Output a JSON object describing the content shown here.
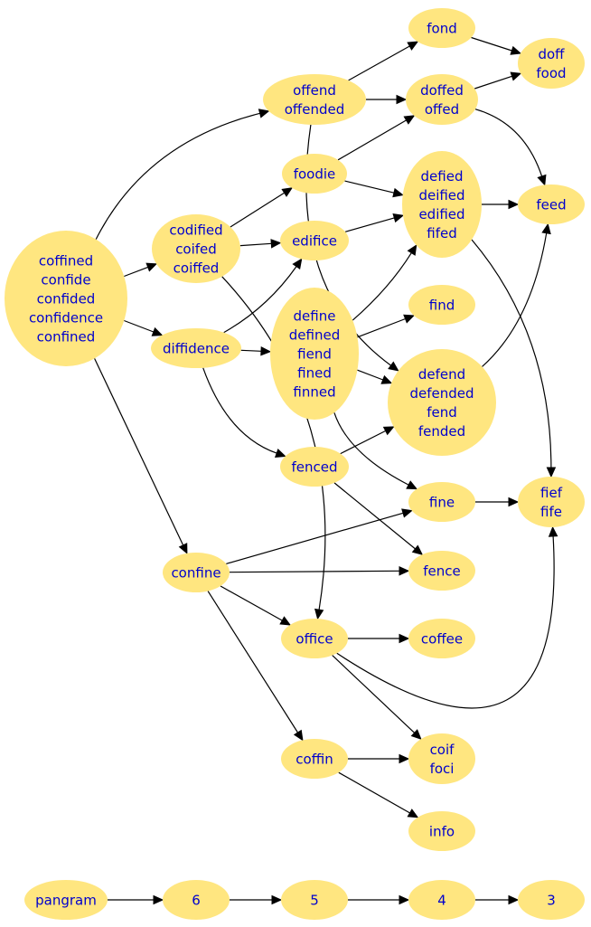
{
  "graph": {
    "nodes": [
      {
        "id": "coffined",
        "lines": [
          "coffined",
          "confide",
          "confided",
          "confidence",
          "confined"
        ]
      },
      {
        "id": "codified",
        "lines": [
          "codified",
          "coifed",
          "coiffed"
        ]
      },
      {
        "id": "diffidence",
        "lines": [
          "diffidence"
        ]
      },
      {
        "id": "confine",
        "lines": [
          "confine"
        ]
      },
      {
        "id": "offend",
        "lines": [
          "offend",
          "offended"
        ]
      },
      {
        "id": "foodie",
        "lines": [
          "foodie"
        ]
      },
      {
        "id": "edifice",
        "lines": [
          "edifice"
        ]
      },
      {
        "id": "define",
        "lines": [
          "define",
          "defined",
          "fiend",
          "fined",
          "finned"
        ]
      },
      {
        "id": "fenced",
        "lines": [
          "fenced"
        ]
      },
      {
        "id": "office",
        "lines": [
          "office"
        ]
      },
      {
        "id": "coffin",
        "lines": [
          "coffin"
        ]
      },
      {
        "id": "fond",
        "lines": [
          "fond"
        ]
      },
      {
        "id": "doffed",
        "lines": [
          "doffed",
          "offed"
        ]
      },
      {
        "id": "defied",
        "lines": [
          "defied",
          "deified",
          "edified",
          "fifed"
        ]
      },
      {
        "id": "find",
        "lines": [
          "find"
        ]
      },
      {
        "id": "defend",
        "lines": [
          "defend",
          "defended",
          "fend",
          "fended"
        ]
      },
      {
        "id": "fine",
        "lines": [
          "fine"
        ]
      },
      {
        "id": "fence",
        "lines": [
          "fence"
        ]
      },
      {
        "id": "coffee",
        "lines": [
          "coffee"
        ]
      },
      {
        "id": "coif",
        "lines": [
          "coif",
          "foci"
        ]
      },
      {
        "id": "info",
        "lines": [
          "info"
        ]
      },
      {
        "id": "doff",
        "lines": [
          "doff",
          "food"
        ]
      },
      {
        "id": "feed",
        "lines": [
          "feed"
        ]
      },
      {
        "id": "fief",
        "lines": [
          "fief",
          "fife"
        ]
      },
      {
        "id": "pangram",
        "lines": [
          "pangram"
        ]
      },
      {
        "id": "n6",
        "lines": [
          "6"
        ]
      },
      {
        "id": "n5",
        "lines": [
          "5"
        ]
      },
      {
        "id": "n4",
        "lines": [
          "4"
        ]
      },
      {
        "id": "n3",
        "lines": [
          "3"
        ]
      }
    ],
    "edges": [
      {
        "from": "coffined",
        "to": "offend"
      },
      {
        "from": "coffined",
        "to": "codified"
      },
      {
        "from": "coffined",
        "to": "diffidence"
      },
      {
        "from": "coffined",
        "to": "confine"
      },
      {
        "from": "codified",
        "to": "foodie"
      },
      {
        "from": "codified",
        "to": "edifice"
      },
      {
        "from": "codified",
        "to": "office"
      },
      {
        "from": "diffidence",
        "to": "edifice"
      },
      {
        "from": "diffidence",
        "to": "define"
      },
      {
        "from": "diffidence",
        "to": "fenced"
      },
      {
        "from": "confine",
        "to": "fine"
      },
      {
        "from": "confine",
        "to": "fence"
      },
      {
        "from": "confine",
        "to": "office"
      },
      {
        "from": "confine",
        "to": "coffin"
      },
      {
        "from": "offend",
        "to": "fond"
      },
      {
        "from": "offend",
        "to": "doffed"
      },
      {
        "from": "offend",
        "to": "defend"
      },
      {
        "from": "foodie",
        "to": "doffed"
      },
      {
        "from": "foodie",
        "to": "defied"
      },
      {
        "from": "edifice",
        "to": "defied"
      },
      {
        "from": "define",
        "to": "defied"
      },
      {
        "from": "define",
        "to": "find"
      },
      {
        "from": "define",
        "to": "defend"
      },
      {
        "from": "define",
        "to": "fine"
      },
      {
        "from": "fenced",
        "to": "defend"
      },
      {
        "from": "fenced",
        "to": "fence"
      },
      {
        "from": "office",
        "to": "coffee"
      },
      {
        "from": "office",
        "to": "coif"
      },
      {
        "from": "office",
        "to": "fief"
      },
      {
        "from": "coffin",
        "to": "coif"
      },
      {
        "from": "coffin",
        "to": "info"
      },
      {
        "from": "fond",
        "to": "doff"
      },
      {
        "from": "doffed",
        "to": "doff"
      },
      {
        "from": "doffed",
        "to": "feed"
      },
      {
        "from": "defied",
        "to": "feed"
      },
      {
        "from": "defied",
        "to": "fief"
      },
      {
        "from": "defend",
        "to": "feed"
      },
      {
        "from": "fine",
        "to": "fief"
      },
      {
        "from": "pangram",
        "to": "n6"
      },
      {
        "from": "n6",
        "to": "n5"
      },
      {
        "from": "n5",
        "to": "n4"
      },
      {
        "from": "n4",
        "to": "n3"
      }
    ]
  },
  "colors": {
    "node_fill": "#ffe680",
    "label": "#0000cc",
    "edge": "#000000"
  }
}
